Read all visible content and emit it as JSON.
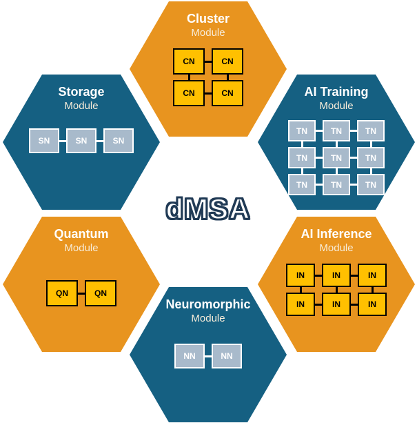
{
  "center_label": "dMSA",
  "colors": {
    "blue": "#156082",
    "orange": "#E8941F",
    "node_yellow": "#FFC000",
    "node_gray": "#A8BACB",
    "outline": "#203A55"
  },
  "modules": [
    {
      "id": "cluster",
      "title": "Cluster",
      "subtitle": "Module",
      "theme": "orange",
      "node_label": "CN",
      "rows": 2,
      "cols": 2
    },
    {
      "id": "storage",
      "title": "Storage",
      "subtitle": "Module",
      "theme": "blue",
      "node_label": "SN",
      "rows": 1,
      "cols": 3
    },
    {
      "id": "ai-training",
      "title": "AI Training",
      "subtitle": "Module",
      "theme": "blue",
      "node_label": "TN",
      "rows": 3,
      "cols": 3
    },
    {
      "id": "quantum",
      "title": "Quantum",
      "subtitle": "Module",
      "theme": "orange",
      "node_label": "QN",
      "rows": 1,
      "cols": 2
    },
    {
      "id": "neuromorphic",
      "title": "Neuromorphic",
      "subtitle": "Module",
      "theme": "blue",
      "node_label": "NN",
      "rows": 1,
      "cols": 2
    },
    {
      "id": "ai-inference",
      "title": "AI Inference",
      "subtitle": "Module",
      "theme": "orange",
      "node_label": "IN",
      "rows": 2,
      "cols": 3
    }
  ]
}
